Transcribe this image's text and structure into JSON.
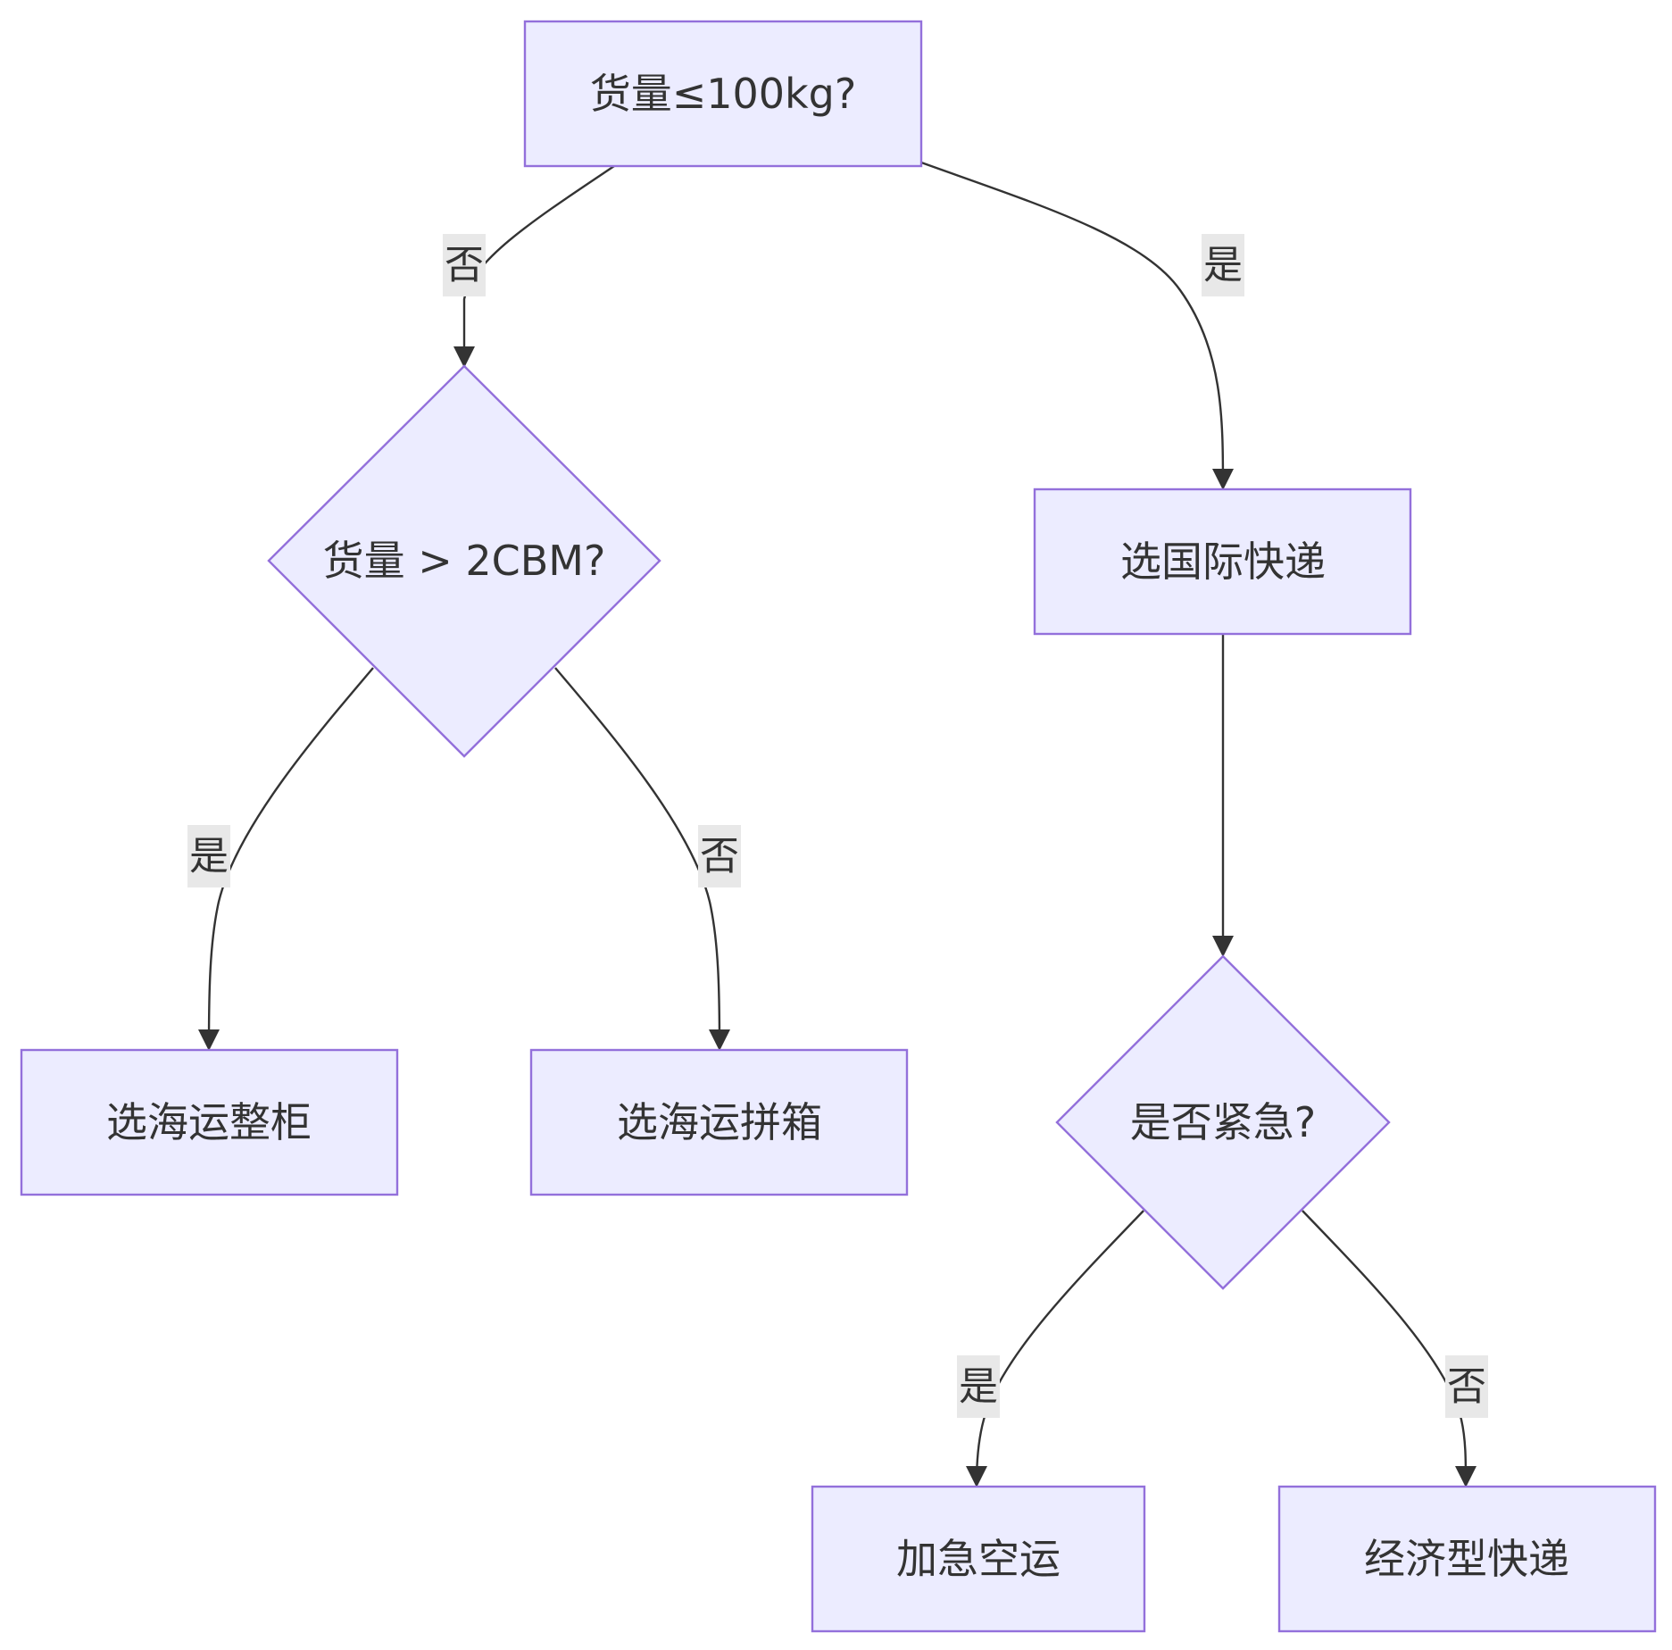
{
  "diagram": {
    "nodes": {
      "weight_check": "货量≤100kg?",
      "volume_check": "货量 > 2CBM?",
      "intl_express": "选国际快递",
      "sea_fcl": "选海运整柜",
      "sea_lcl": "选海运拼箱",
      "urgent_check": "是否紧急?",
      "air_express": "加急空运",
      "economy_express": "经济型快递"
    },
    "edges": {
      "weight_no": "否",
      "weight_yes": "是",
      "volume_yes": "是",
      "volume_no": "否",
      "urgent_yes": "是",
      "urgent_no": "否"
    }
  }
}
